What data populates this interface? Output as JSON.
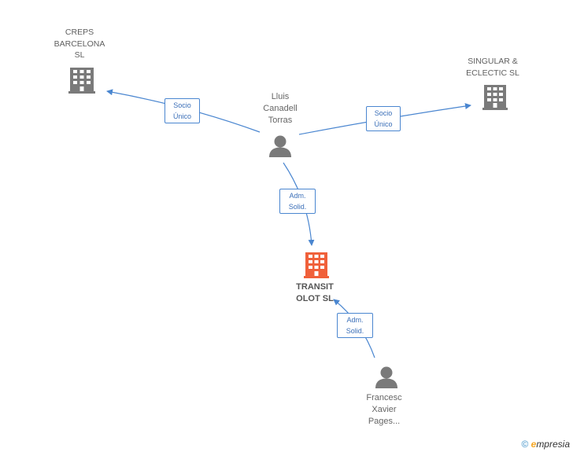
{
  "nodes": {
    "creps": {
      "label": "CREPS\nBARCELONA\nSL"
    },
    "singular": {
      "label": "SINGULAR &\nECLECTIC SL"
    },
    "lluis": {
      "label": "Lluis\nCanadell\nTorras"
    },
    "transit": {
      "label": "TRANSIT\nOLOT SL"
    },
    "francesc": {
      "label": "Francesc\nXavier\nPages..."
    }
  },
  "edges": {
    "lluis_creps": {
      "line1": "Socio",
      "line2": "Único"
    },
    "lluis_singular": {
      "line1": "Socio",
      "line2": "Único"
    },
    "lluis_transit": {
      "line1": "Adm.",
      "line2": "Solid."
    },
    "francesc_transit": {
      "line1": "Adm.",
      "line2": "Solid."
    }
  },
  "footer": {
    "copyright": "©",
    "brand_e": "e",
    "brand_rest": "mpresia"
  },
  "colors": {
    "edge": "#4a86d0",
    "company_icon": "#7a7a7a",
    "focus_icon": "#f0603a",
    "person_icon": "#7a7a7a"
  }
}
